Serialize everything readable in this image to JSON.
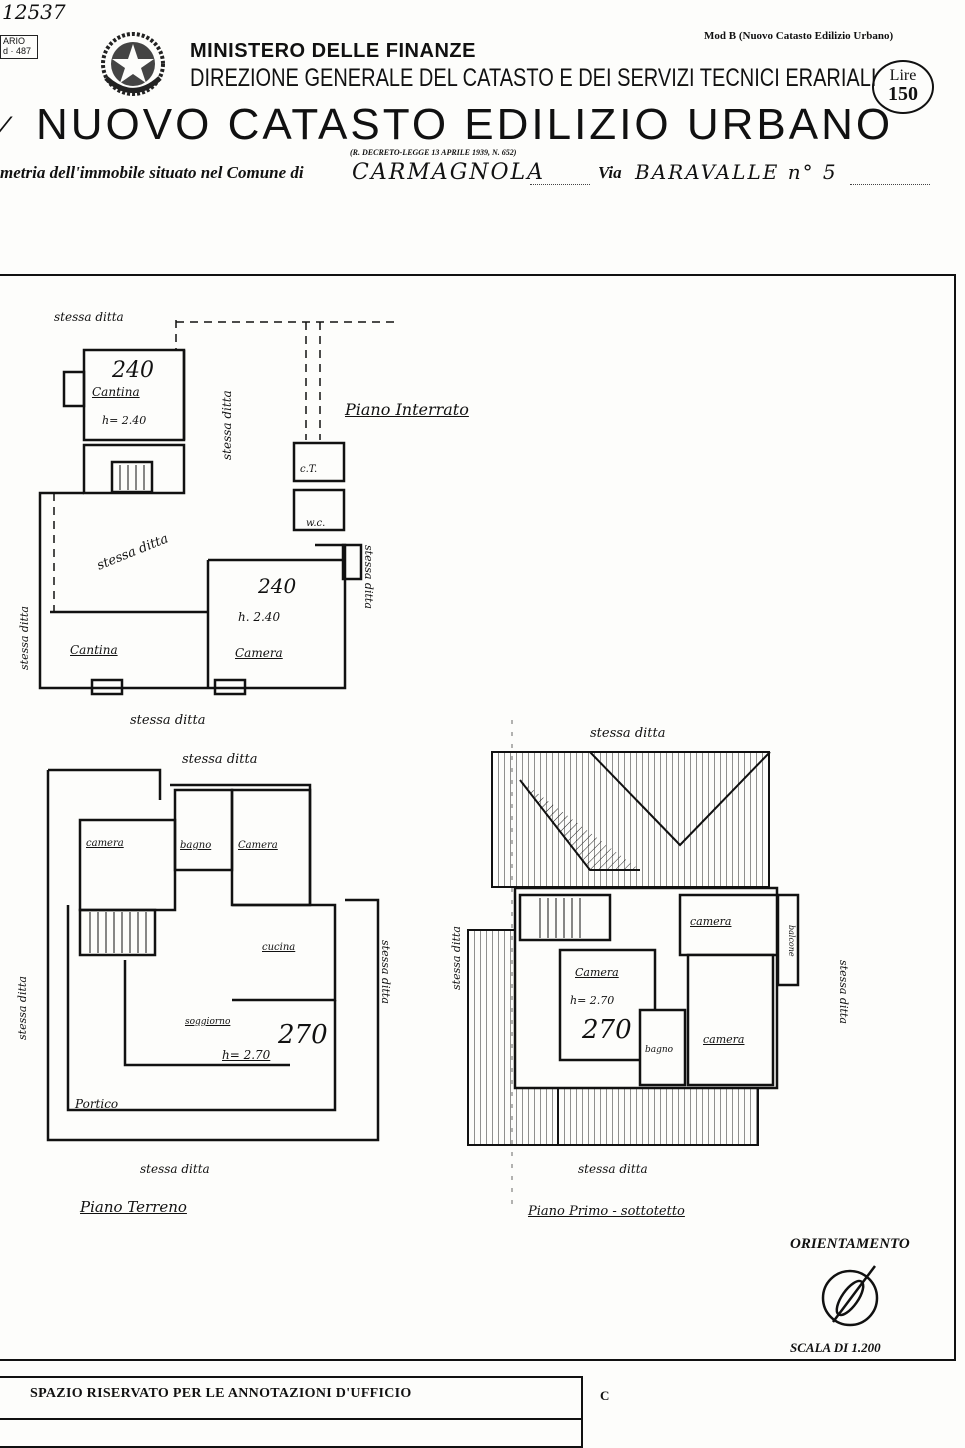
{
  "header": {
    "ref_number": "12537",
    "stamp_text": "ARIO\nd · 487",
    "emblem_icon": "italian-republic-emblem-icon",
    "ministry": "MINISTERO DELLE FINANZE",
    "direzione": "DIREZIONE GENERALE DEL CATASTO E DEI SERVIZI TECNICI ERARIALI",
    "model": "Mod B (Nuovo Catasto Edilizio Urbano)",
    "lire_label": "Lire",
    "lire_value": "150",
    "title": "NUOVO CATASTO EDILIZIO URBANO",
    "decree": "(R. DECRETO-LEGGE 13 APRILE 1939, N. 652)",
    "planimetria_label": "metria dell'immobile situato nel Comune di",
    "comune": "CARMAGNOLA",
    "via_label": "Via",
    "via_value": "BARAVALLE n° 5"
  },
  "plans": {
    "interrato": {
      "title": "Piano Interrato",
      "labels": {
        "stessa_ditta": "stessa ditta",
        "cantina": "Cantina",
        "cantina_height": "h= 2.40",
        "number_240_a": "240",
        "number_240_b": "240",
        "ct": "c.T.",
        "wc": "w.c.",
        "camera": "Camera",
        "camera_height": "h. 2.40",
        "cantina2": "Cantina"
      }
    },
    "terreno": {
      "title": "Piano Terreno",
      "labels": {
        "stessa_ditta": "stessa ditta",
        "camera1": "camera",
        "bagno": "bagno",
        "camera2": "Camera",
        "cucina": "cucina",
        "soggiorno": "soggiorno",
        "soggiorno_height": "h= 2.70",
        "number_270": "270",
        "portico": "Portico"
      }
    },
    "primo": {
      "title": "Piano Primo - sottotetto",
      "labels": {
        "stessa_ditta": "stessa ditta",
        "camera1": "camera",
        "balcone": "balcone",
        "camera2": "Camera",
        "height": "h= 2.70",
        "number_270": "270",
        "bagno": "bagno",
        "camera3": "camera"
      }
    }
  },
  "orientamento": {
    "label": "ORIENTAMENTO",
    "compass_icon": "north-arrow-compass-icon",
    "scala": "SCALA DI 1.200"
  },
  "annotazioni": {
    "title": "SPAZIO RISERVATO PER LE ANNOTAZIONI D'UFFICIO",
    "c_label": "C"
  }
}
